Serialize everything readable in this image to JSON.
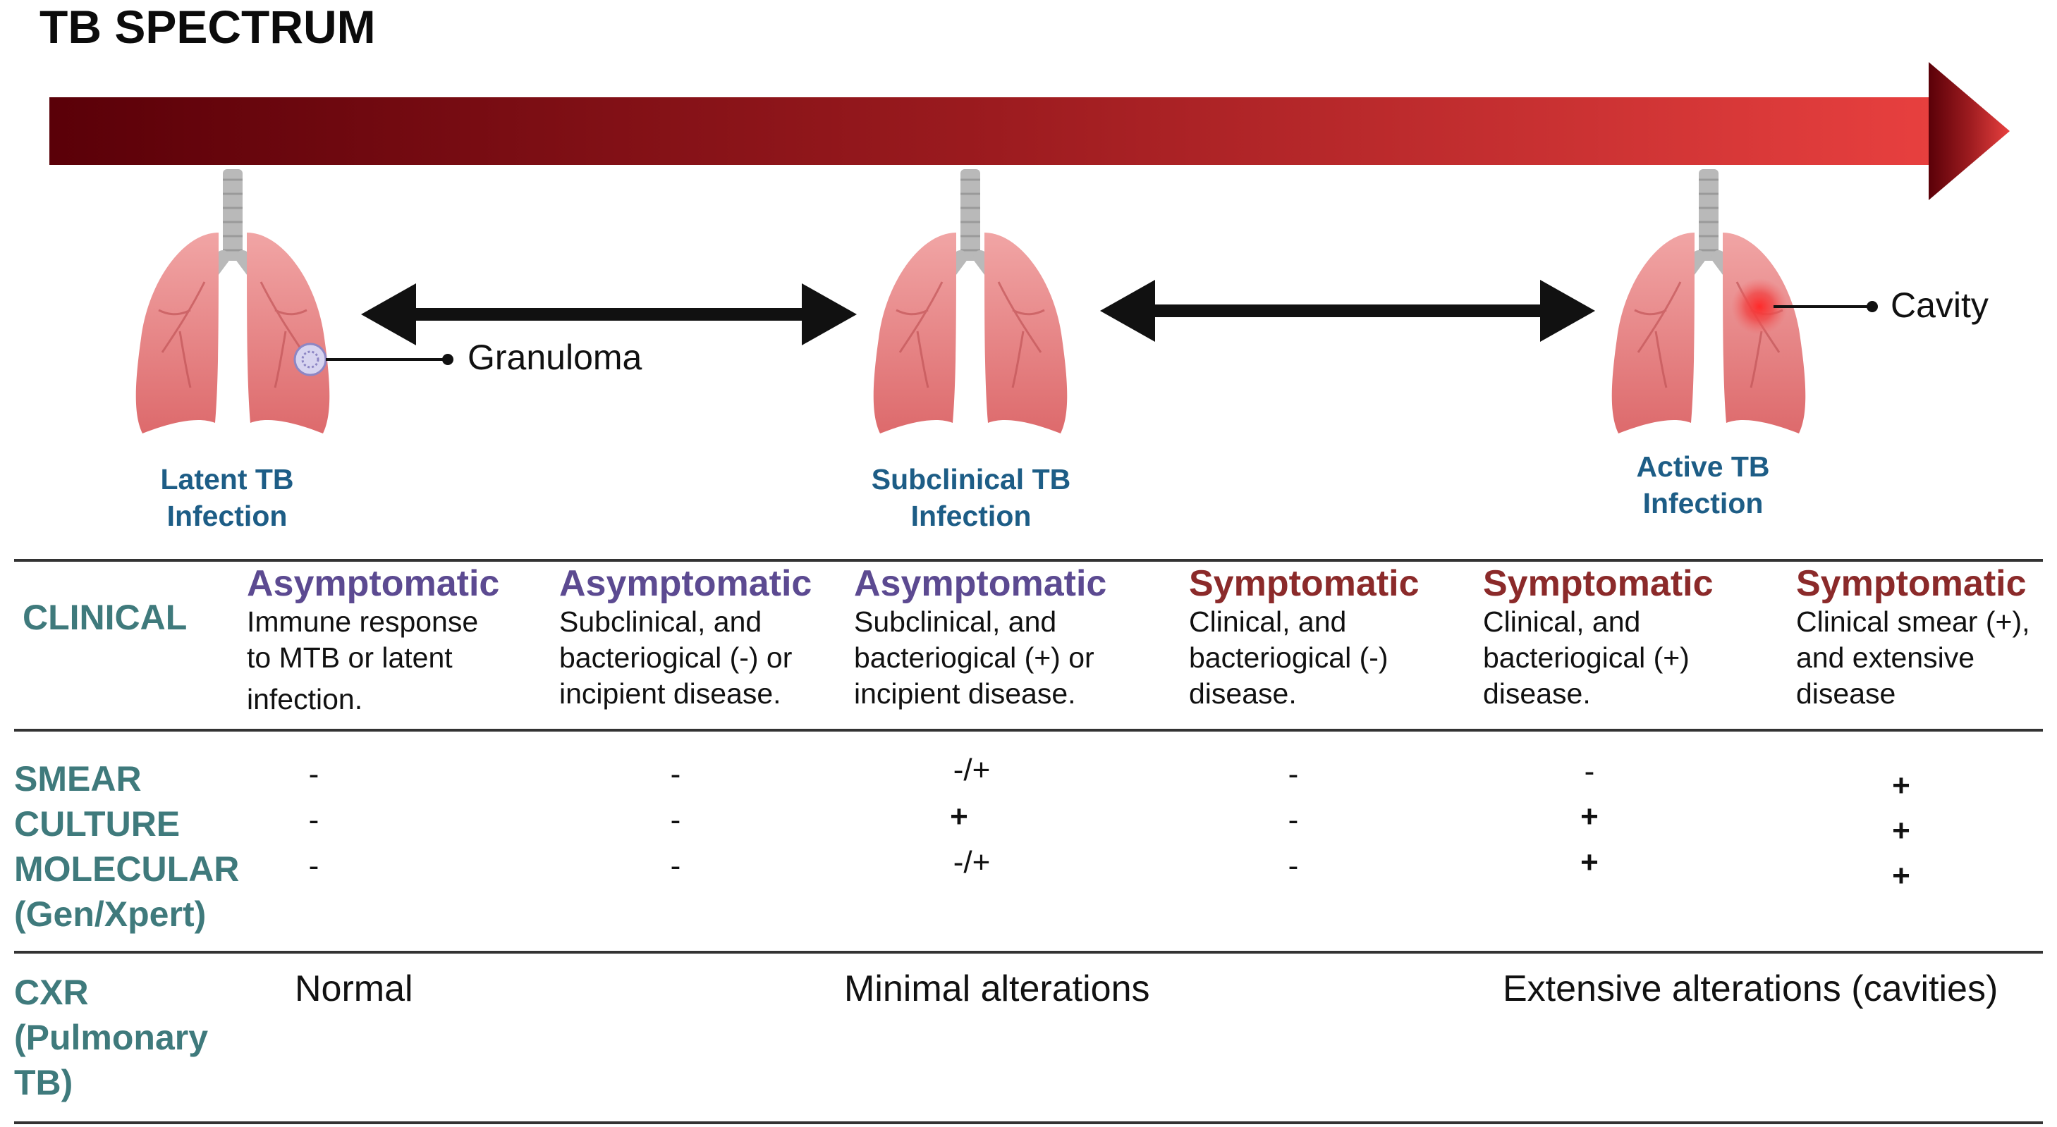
{
  "title": "TB SPECTRUM",
  "stages": [
    {
      "line1": "Latent TB",
      "line2": "Infection"
    },
    {
      "line1": "Subclinical TB",
      "line2": "Infection"
    },
    {
      "line1": "Active TB",
      "line2": "Infection"
    }
  ],
  "callouts": {
    "granuloma": "Granuloma",
    "cavity": "Cavity"
  },
  "colors": {
    "arrow_dark": "#5a0008",
    "arrow_light": "#e8403f",
    "stage_label": "#1d5d86",
    "row_header": "#3f7a7c",
    "asymptomatic": "#5c4a91",
    "symptomatic": "#8b2a2a",
    "lung": "#e37a7a"
  },
  "rows": {
    "clinical": "CLINICAL",
    "smear": "SMEAR",
    "culture": "CULTURE",
    "molecular_1": "MOLECULAR",
    "molecular_2": "(Gen/Xpert)",
    "cxr_1": "CXR",
    "cxr_2": "(Pulmonary",
    "cxr_3": "TB)"
  },
  "columns": [
    {
      "status": "Asymptomatic",
      "desc": [
        "Immune response",
        "to MTB or latent",
        "infection."
      ],
      "smear": "-",
      "culture": "-",
      "molecular": "-"
    },
    {
      "status": "Asymptomatic",
      "desc": [
        "Subclinical, and",
        "bacteriogical (-) or",
        "incipient disease."
      ],
      "smear": "-",
      "culture": "-",
      "molecular": "-"
    },
    {
      "status": "Asymptomatic",
      "desc": [
        "Subclinical, and",
        "bacteriogical (+) or",
        "incipient disease."
      ],
      "smear": "-/+",
      "culture": "+",
      "molecular": "-/+"
    },
    {
      "status": "Symptomatic",
      "desc": [
        "Clinical, and",
        "bacteriogical (-)",
        "disease."
      ],
      "smear": "-",
      "culture": "-",
      "molecular": "-"
    },
    {
      "status": "Symptomatic",
      "desc": [
        "Clinical, and",
        "bacteriogical (+)",
        "disease."
      ],
      "smear": "-",
      "culture": "+",
      "molecular": "+"
    },
    {
      "status": "Symptomatic",
      "desc": [
        "Clinical smear (+),",
        "and extensive",
        "disease"
      ],
      "smear": "+",
      "culture": "+",
      "molecular": "+"
    }
  ],
  "cxr": {
    "normal": "Normal",
    "minimal": "Minimal alterations",
    "extensive": "Extensive alterations (cavities)"
  }
}
